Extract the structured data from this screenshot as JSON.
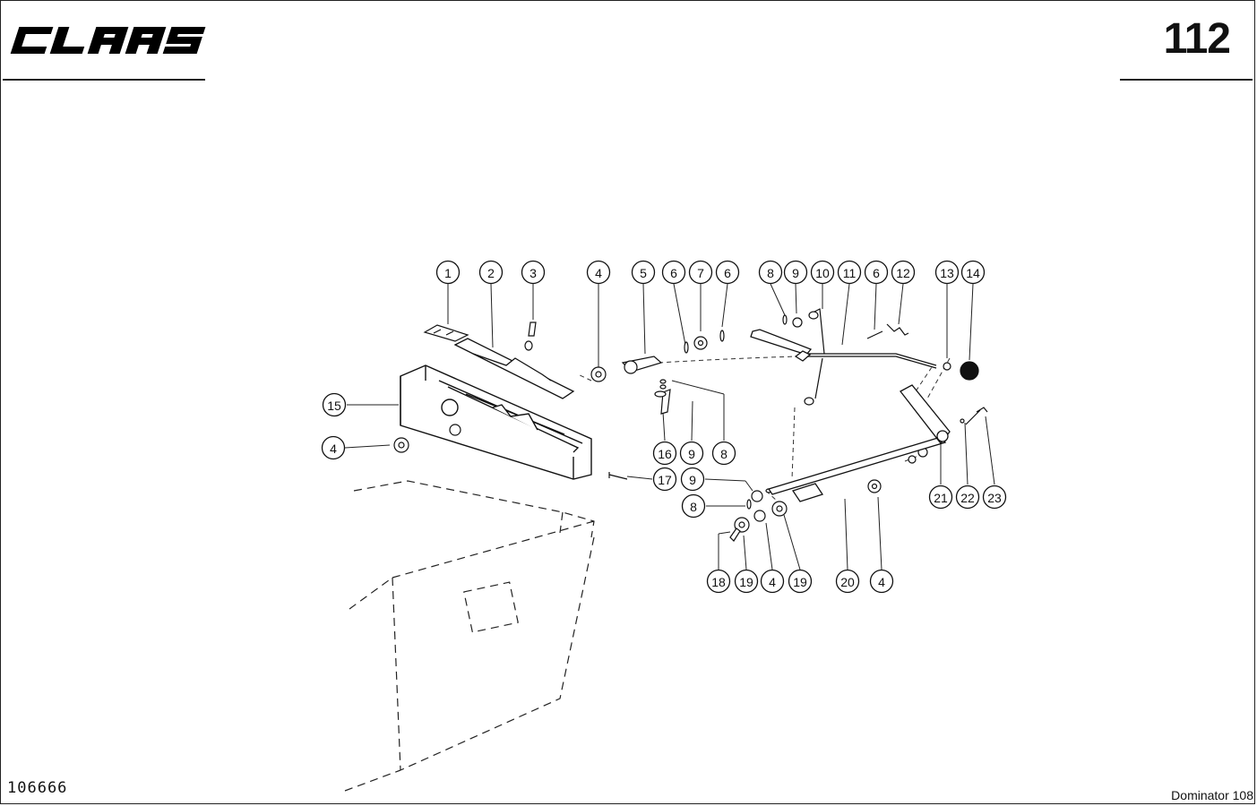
{
  "brand": {
    "logo_text": "CLAAS"
  },
  "page_number": "112",
  "drawing_number": "106666",
  "model_label": "Dominator 108",
  "callouts": [
    {
      "label": "1"
    },
    {
      "label": "2"
    },
    {
      "label": "3"
    },
    {
      "label": "4"
    },
    {
      "label": "5"
    },
    {
      "label": "6"
    },
    {
      "label": "7"
    },
    {
      "label": "6"
    },
    {
      "label": "8"
    },
    {
      "label": "9"
    },
    {
      "label": "10"
    },
    {
      "label": "11"
    },
    {
      "label": "6"
    },
    {
      "label": "12"
    },
    {
      "label": "13"
    },
    {
      "label": "14"
    },
    {
      "label": "15"
    },
    {
      "label": "4"
    },
    {
      "label": "16"
    },
    {
      "label": "9"
    },
    {
      "label": "8"
    },
    {
      "label": "17"
    },
    {
      "label": "9"
    },
    {
      "label": "8"
    },
    {
      "label": "21"
    },
    {
      "label": "22"
    },
    {
      "label": "23"
    },
    {
      "label": "18"
    },
    {
      "label": "19"
    },
    {
      "label": "4"
    },
    {
      "label": "19"
    },
    {
      "label": "20"
    },
    {
      "label": "4"
    }
  ]
}
